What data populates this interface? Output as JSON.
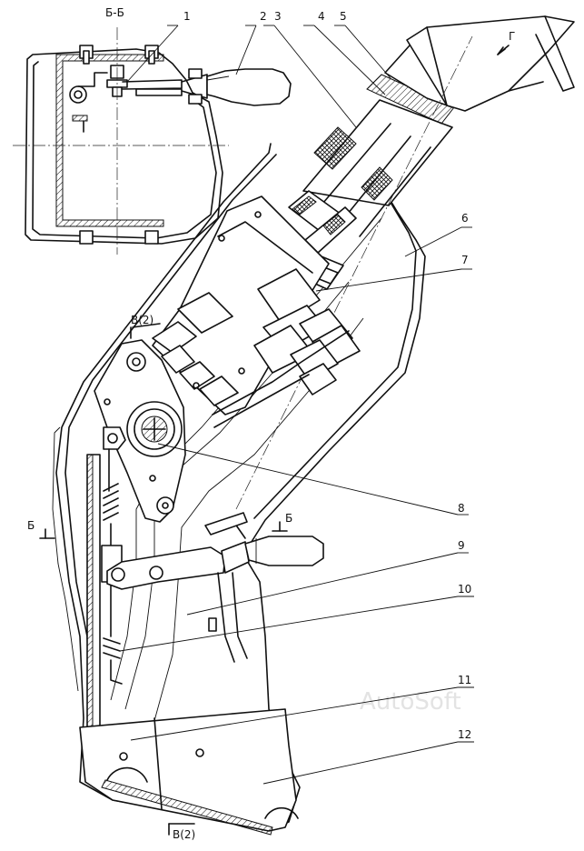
{
  "section_labels": {
    "section_bb_title": "Б-Б",
    "section_b_left": "Б",
    "section_b_right": "Б",
    "view_v2_upper": "В(2)",
    "view_v2_lower": "В(2)",
    "view_g": "Г"
  },
  "callouts": [
    {
      "id": "1",
      "text": "1"
    },
    {
      "id": "2",
      "text": "2"
    },
    {
      "id": "3",
      "text": "3"
    },
    {
      "id": "4",
      "text": "4"
    },
    {
      "id": "5",
      "text": "5"
    },
    {
      "id": "6",
      "text": "6"
    },
    {
      "id": "7",
      "text": "7"
    },
    {
      "id": "8",
      "text": "8"
    },
    {
      "id": "9",
      "text": "9"
    },
    {
      "id": "10",
      "text": "10"
    },
    {
      "id": "11",
      "text": "11"
    },
    {
      "id": "12",
      "text": "12"
    }
  ],
  "watermark": "AutoSoft",
  "colors": {
    "line": "#111111",
    "background": "#ffffff",
    "watermark": "#e3e3e3"
  }
}
